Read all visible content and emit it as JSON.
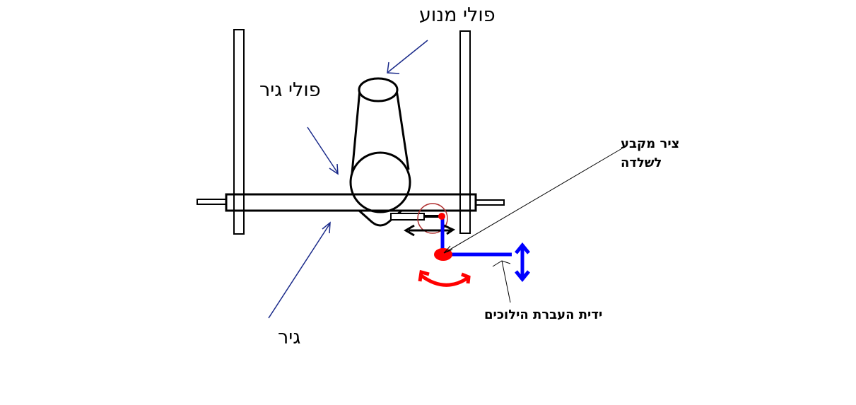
{
  "labels": {
    "motor_pulley": "פולי מנוע",
    "gear_pulley": "פולי גיר",
    "gear": "גיר",
    "fixing_axle_line1": "ציר מקבע",
    "fixing_axle_line2": "לשלדה",
    "gear_lever": "ידית העברת הילוכים"
  },
  "colors": {
    "line": "#000000",
    "annotation_arrow": "#1a2a8a",
    "lever": "#0000ff",
    "pivot": "#ff0000",
    "circle_highlight": "#b03030"
  }
}
